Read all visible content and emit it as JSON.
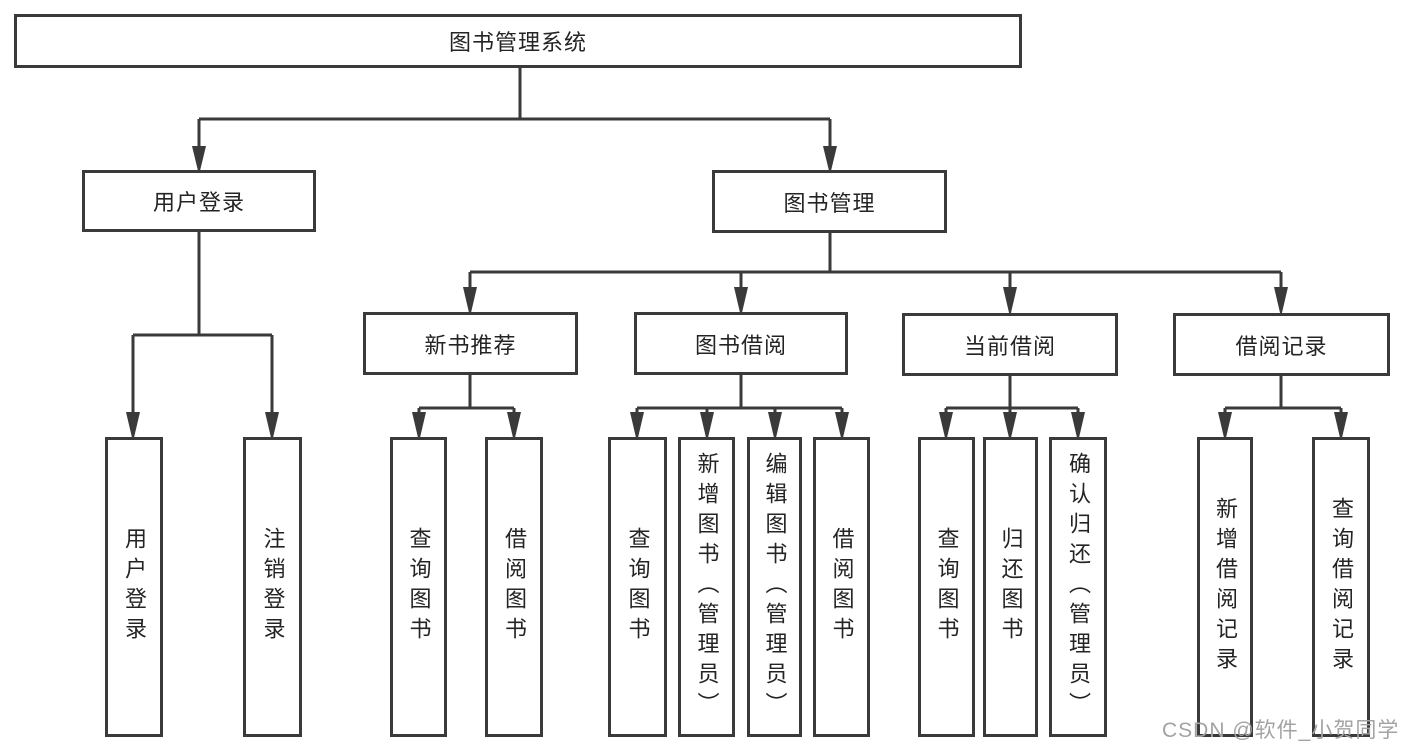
{
  "diagram": {
    "type": "tree",
    "colors": {
      "line": "#3a3a3a",
      "box_border": "#3a3a3a",
      "box_fill": "#ffffff",
      "text": "#242424",
      "watermark": "#a3a3a3",
      "background": "#ffffff"
    },
    "tree": {
      "label": "图书管理系统",
      "children": [
        {
          "label": "用户登录",
          "children": [
            {
              "label": "用户登录"
            },
            {
              "label": "注销登录"
            }
          ]
        },
        {
          "label": "图书管理",
          "children": [
            {
              "label": "新书推荐",
              "children": [
                {
                  "label": "查询图书"
                },
                {
                  "label": "借阅图书"
                }
              ]
            },
            {
              "label": "图书借阅",
              "children": [
                {
                  "label": "查询图书"
                },
                {
                  "label": "新增图书（管理员）"
                },
                {
                  "label": "编辑图书（管理员）"
                },
                {
                  "label": "借阅图书"
                }
              ]
            },
            {
              "label": "当前借阅",
              "children": [
                {
                  "label": "查询图书"
                },
                {
                  "label": "归还图书"
                },
                {
                  "label": "确认归还（管理员）"
                }
              ]
            },
            {
              "label": "借阅记录",
              "children": [
                {
                  "label": "新增借阅记录"
                },
                {
                  "label": "查询借阅记录"
                }
              ]
            }
          ]
        }
      ]
    },
    "watermark": {
      "text": "CSDN @软件_小贺同学"
    }
  }
}
